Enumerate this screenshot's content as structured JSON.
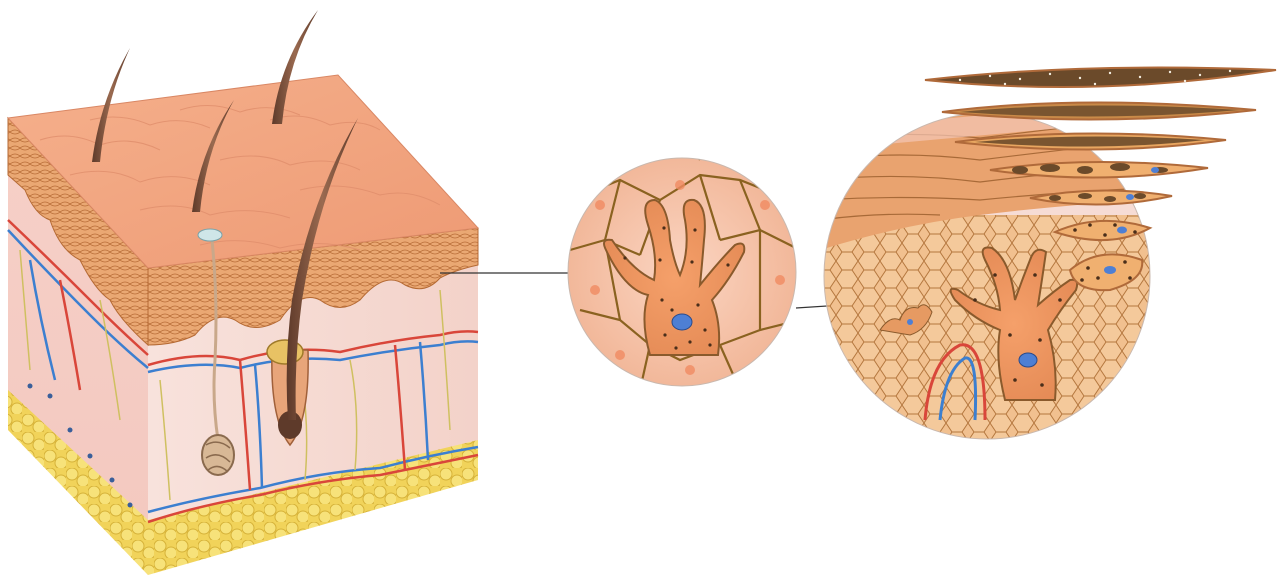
{
  "figure": {
    "panels": [
      {
        "name": "skin-cross-section-block",
        "depicts": "skin-block-with-hairs"
      },
      {
        "name": "single-melanocyte-magnified-view",
        "depicts": "melanocyte-circle"
      },
      {
        "name": "epidermis-layers-magnified-view",
        "depicts": "epidermis-layers-circle"
      }
    ],
    "colors": {
      "skin_surface": "#f2a27e",
      "epidermis": "#e9a36f",
      "dermis": "#f6d6cf",
      "fat": "#f2d24a",
      "artery": "#d9463a",
      "vein": "#3c7fd0",
      "nerve": "#cfc060",
      "hair": "#7a4a36",
      "cell_body": "#e69a62",
      "cell_outline": "#8a5a2c",
      "nucleus": "#4e7fd4",
      "pigment_dark": "#6b4a2a"
    }
  }
}
